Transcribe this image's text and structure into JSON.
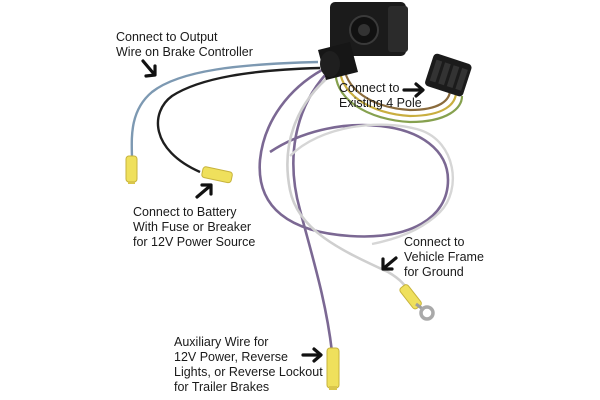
{
  "labels": {
    "brake_output": [
      "Connect to Output",
      "Wire on Brake Controller"
    ],
    "existing_4pole": [
      "Connect to",
      "Existing 4 Pole"
    ],
    "battery": [
      "Connect to Battery",
      "With Fuse or Breaker",
      "for 12V Power Source"
    ],
    "ground": [
      "Connect to",
      "Vehicle Frame",
      "for Ground"
    ],
    "auxiliary": [
      "Auxiliary Wire for",
      "12V Power, Reverse",
      "Lights, or Reverse Lockout",
      "for Trailer Brakes"
    ]
  },
  "colors": {
    "background": "#ffffff",
    "text": "#1a1a1a",
    "wire_blue": "#7d99b2",
    "wire_black": "#1e1e1e",
    "wire_purple": "#7b6893",
    "wire_white": "#d6d6d6",
    "wire_green": "#86a14f",
    "wire_yellow": "#c9ae3f",
    "connector_yellow": "#efe05c",
    "housing_black": "#1b1b1b",
    "ring_terminal": "#a9a9a9"
  }
}
